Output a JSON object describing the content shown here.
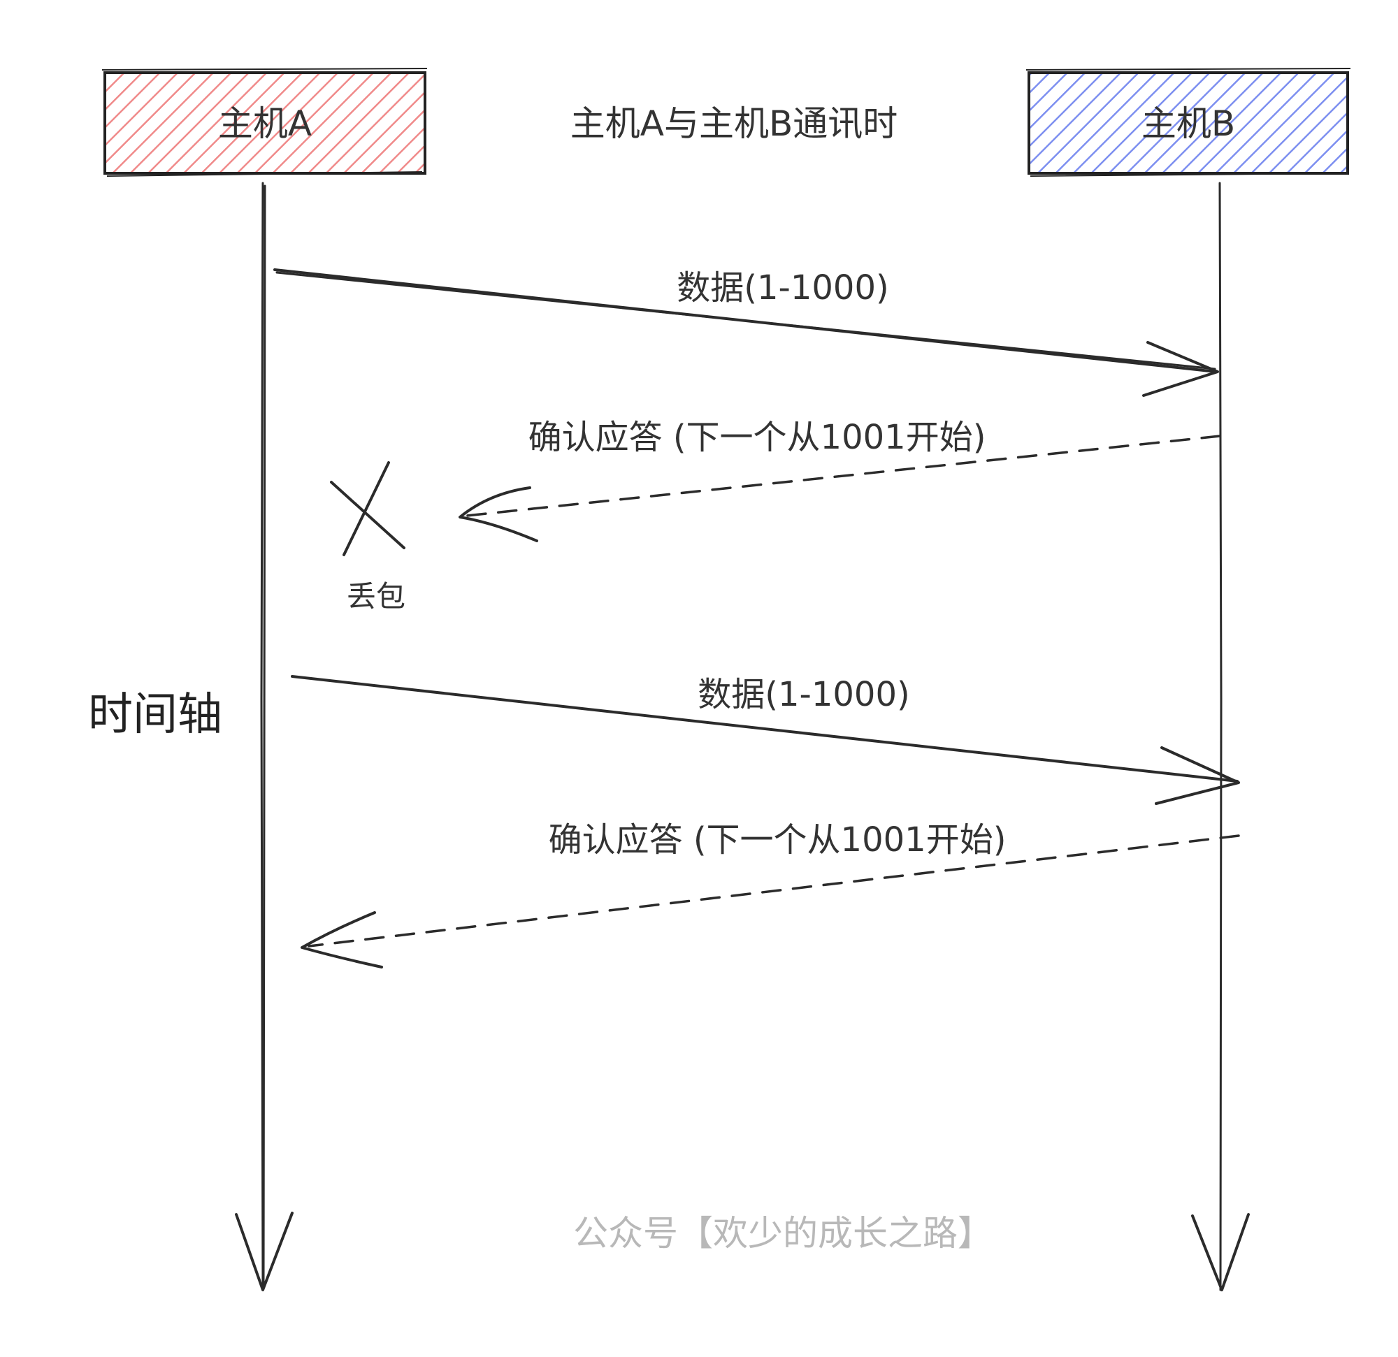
{
  "title": "主机A与主机B通讯时",
  "hosts": {
    "a": {
      "label": "主机A",
      "fill": "#f08a8a",
      "stroke": "#222222"
    },
    "b": {
      "label": "主机B",
      "fill": "#7d8ff0",
      "stroke": "#222222"
    }
  },
  "messages": [
    {
      "label": "数据(1-1000)",
      "direction": "A-to-B",
      "style": "solid"
    },
    {
      "label": "确认应答 (下一个从1001开始)",
      "direction": "B-to-A",
      "style": "dashed",
      "lost": true
    },
    {
      "label": "数据(1-1000)",
      "direction": "A-to-B",
      "style": "solid"
    },
    {
      "label": "确认应答 (下一个从1001开始)",
      "direction": "B-to-A",
      "style": "dashed"
    }
  ],
  "loss_label": "丢包",
  "axis_label": "时间轴",
  "watermark": "公众号【欢少的成长之路】"
}
